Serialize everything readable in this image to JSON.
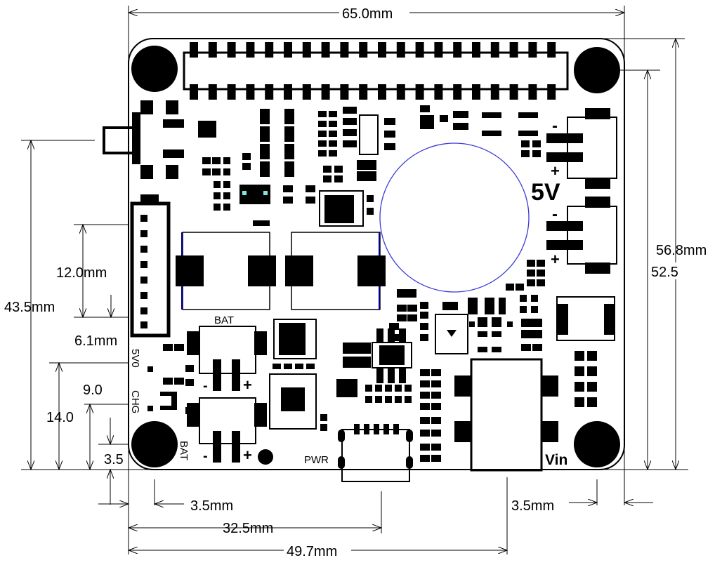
{
  "dimensions": {
    "width_top": "65.0mm",
    "height_right_outer": "56.8mm",
    "height_right_inner": "52.5",
    "height_left": "43.5mm",
    "connector_span": "12.0mm",
    "connector_offset": "6.1mm",
    "led_offset_a": "9.0",
    "led_offset_b": "14.0",
    "edge_offset": "3.5",
    "hole_left": "3.5mm",
    "usb_center": "32.5mm",
    "vin_center": "49.7mm",
    "hole_right": "3.5mm"
  },
  "silkscreen": {
    "bat_top": "BAT",
    "bat_bottom": "BAT",
    "led_5v0": "5V0",
    "led_chg": "CHG",
    "pwr": "PWR",
    "vin": "Vin",
    "out_5v": "5V",
    "minus": "-",
    "plus": "+"
  },
  "colors": {
    "board_outline": "#000000",
    "battery_circle": "#3b3bd6",
    "highlight_pad": "#7fe6e6"
  }
}
